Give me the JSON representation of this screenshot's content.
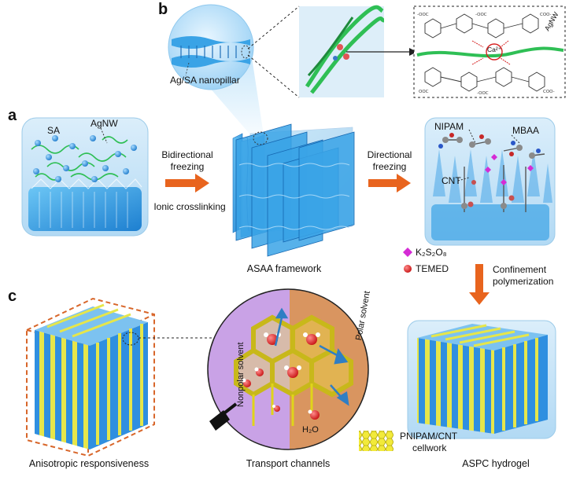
{
  "panels": {
    "a": "a",
    "b": "b",
    "c": "c"
  },
  "labels": {
    "sa": "SA",
    "agnw": "AgNW",
    "nanopillar": "Ag/SA nanopillar",
    "ca": "Ca²⁺",
    "agnw_rot": "AgNW",
    "nipam": "NIPAM",
    "mbaa": "MBAA",
    "cnt": "CNT",
    "k2s2o8": "K₂S₂O₈",
    "temed": "TEMED",
    "h2o": "H₂O",
    "nonpolar": "Nonpolar solvent",
    "polar": "Polar solvent",
    "cellwork_1": "PNIPAM/CNT",
    "cellwork_2": "cellwork"
  },
  "arrows": {
    "step1_top": "Bidirectional",
    "step1_mid": "freezing",
    "step1_bottom": "Ionic crosslinking",
    "step2_top": "Directional",
    "step2_mid": "freezing",
    "step3_top": "Confinement",
    "step3_bottom": "polymerization"
  },
  "captions": {
    "asaa": "ASAA framework",
    "aniso": "Anisotropic responsiveness",
    "transport": "Transport channels",
    "aspc": "ASPC hydrogel"
  },
  "colors": {
    "arrow": "#e8641e",
    "sheet_blue": "#3aa3e6",
    "agnw_green": "#2fbf55",
    "gel_yellow": "#e8e84a",
    "box_orange": "#d8662a",
    "nonpolar_bg": "#c9a2e6",
    "polar_bg": "#d99560",
    "k2s2o8": "#d52bd5",
    "temed": "#c75050"
  }
}
